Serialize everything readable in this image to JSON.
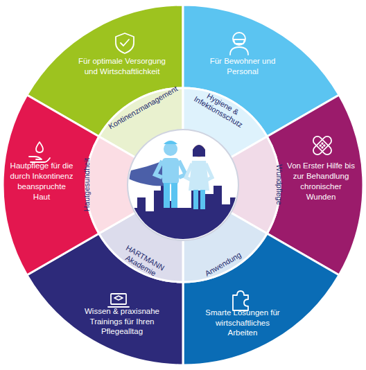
{
  "diagram": {
    "nodes": [
      {
        "text": [
          "Für optimale Versorgung und Wirtschaftlichkeit"
        ]
      },
      {
        "text": [
          "Kontinenzmanagement"
        ]
      },
      {
        "text": [
          "Für Bewohner und Personal"
        ]
      },
      {
        "text": [
          "Hygiene & Infektionsschutz"
        ]
      },
      {
        "text": [
          "Von Erster Hilfe bis zur Behandlung chronischer Wunden"
        ]
      },
      {
        "text": [
          "Wundpflege"
        ]
      },
      {
        "text": [
          "Smarte Lösungen für wirtschaftliches Arbeiten"
        ]
      },
      {
        "text": [
          "Anwendung"
        ]
      },
      {
        "text": [
          "Wissen & praxisnahe Trainings für Ihren Pflegealltag"
        ]
      },
      {
        "text": [
          "HARTMANN Akademie"
        ]
      },
      {
        "text": [
          "Hautpflege für die durch Inkontinenz beanspruchte Haut"
        ]
      },
      {
        "text": [
          "Hautgesundheit"
        ]
      }
    ]
  }
}
